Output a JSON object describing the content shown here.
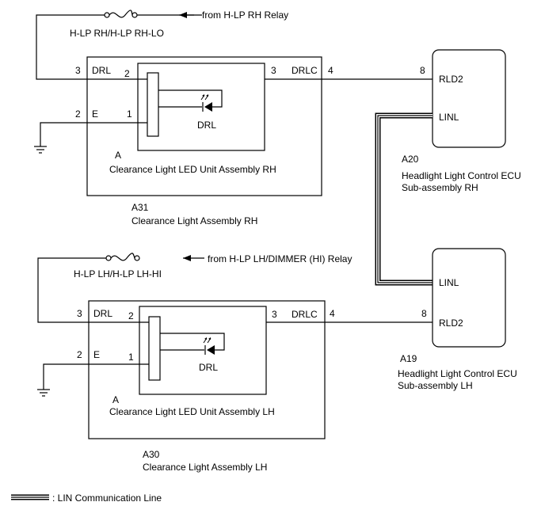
{
  "rh": {
    "fuse_label": "H-LP RH/H-LP RH-LO",
    "source_label": "from H-LP RH Relay",
    "pin3": "3",
    "pin_drl": "DRL",
    "pin2": "2",
    "pin_e": "E",
    "inner_pin2": "2",
    "inner_pin1": "1",
    "inner_pin3": "3",
    "pin_drlc": "DRLC",
    "pin4": "4",
    "led_label": "DRL",
    "unit_code": "A",
    "unit_name": "Clearance Light LED Unit Assembly RH",
    "assembly_code": "A31",
    "assembly_name": "Clearance Light Assembly RH"
  },
  "lh": {
    "fuse_label": "H-LP LH/H-LP LH-HI",
    "source_label": "from H-LP LH/DIMMER (HI) Relay",
    "pin3": "3",
    "pin_drl": "DRL",
    "pin2": "2",
    "pin_e": "E",
    "inner_pin2": "2",
    "inner_pin1": "1",
    "inner_pin3": "3",
    "pin_drlc": "DRLC",
    "pin4": "4",
    "led_label": "DRL",
    "unit_code": "A",
    "unit_name": "Clearance Light LED Unit Assembly LH",
    "assembly_code": "A30",
    "assembly_name": "Clearance Light Assembly LH"
  },
  "ecu_rh": {
    "pin8": "8",
    "rld2": "RLD2",
    "linl": "LINL",
    "code": "A20",
    "name_line1": "Headlight Light Control ECU",
    "name_line2": "Sub-assembly RH"
  },
  "ecu_lh": {
    "pin8": "8",
    "rld2": "RLD2",
    "linl": "LINL",
    "code": "A19",
    "name_line1": "Headlight Light Control ECU",
    "name_line2": "Sub-assembly LH"
  },
  "legend": {
    "text": ": LIN Communication Line"
  }
}
